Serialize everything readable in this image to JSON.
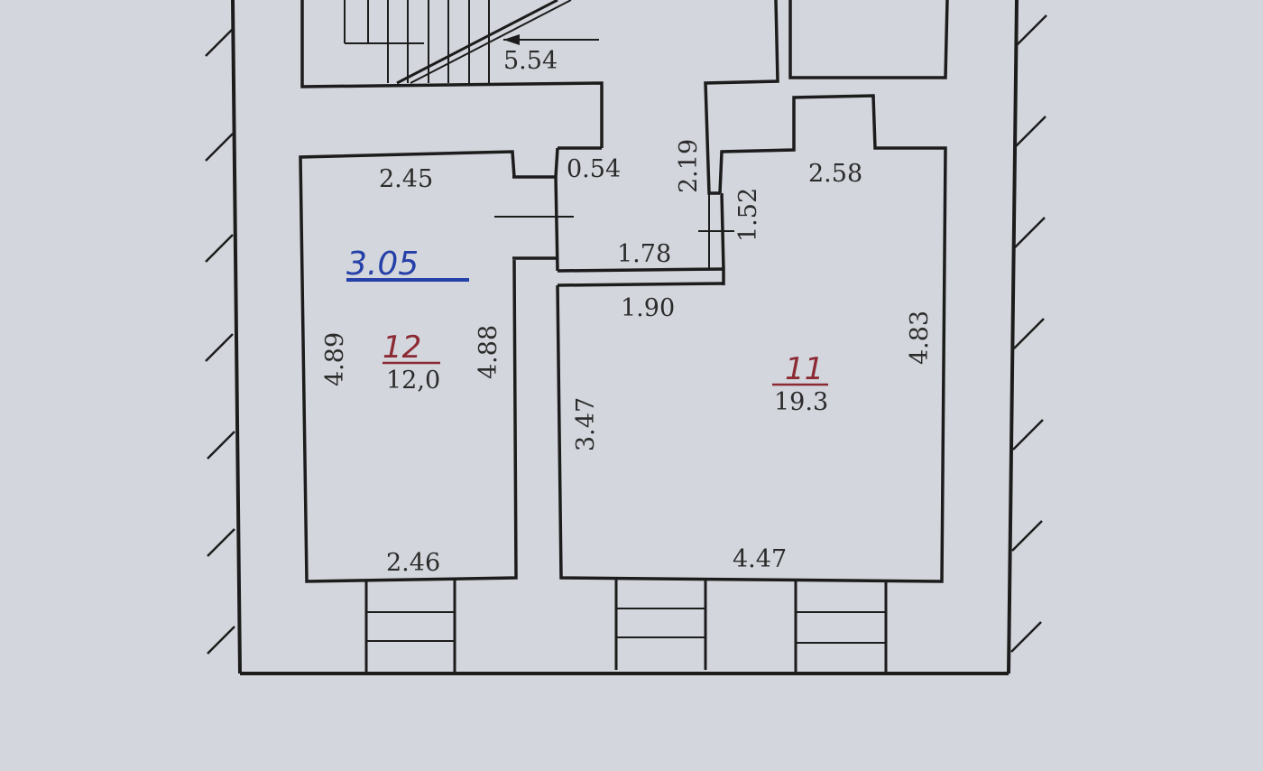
{
  "colors": {
    "paper": "#d3d6dc",
    "line": "#1c1c1c",
    "room_label": "#8c2a34",
    "height_mark": "#2540a8"
  },
  "stair_landing": {
    "dimension": "5.54"
  },
  "corridor": {
    "dim_door_width": "0.54",
    "dim_vertical": "2.19",
    "dim_bottom": "1.78",
    "dim_small": "1.52"
  },
  "room_12": {
    "number": "12",
    "area": "12,0",
    "dim_top": "2.45",
    "dim_left": "4.89",
    "dim_right": "4.88",
    "dim_bottom": "2.46"
  },
  "room_11": {
    "number": "11",
    "area": "19.3",
    "dim_top": "2.58",
    "dim_inner_top": "1.90",
    "dim_left": "3.47",
    "dim_right": "4.83",
    "dim_bottom": "4.47"
  },
  "ceiling_height": "3.05"
}
